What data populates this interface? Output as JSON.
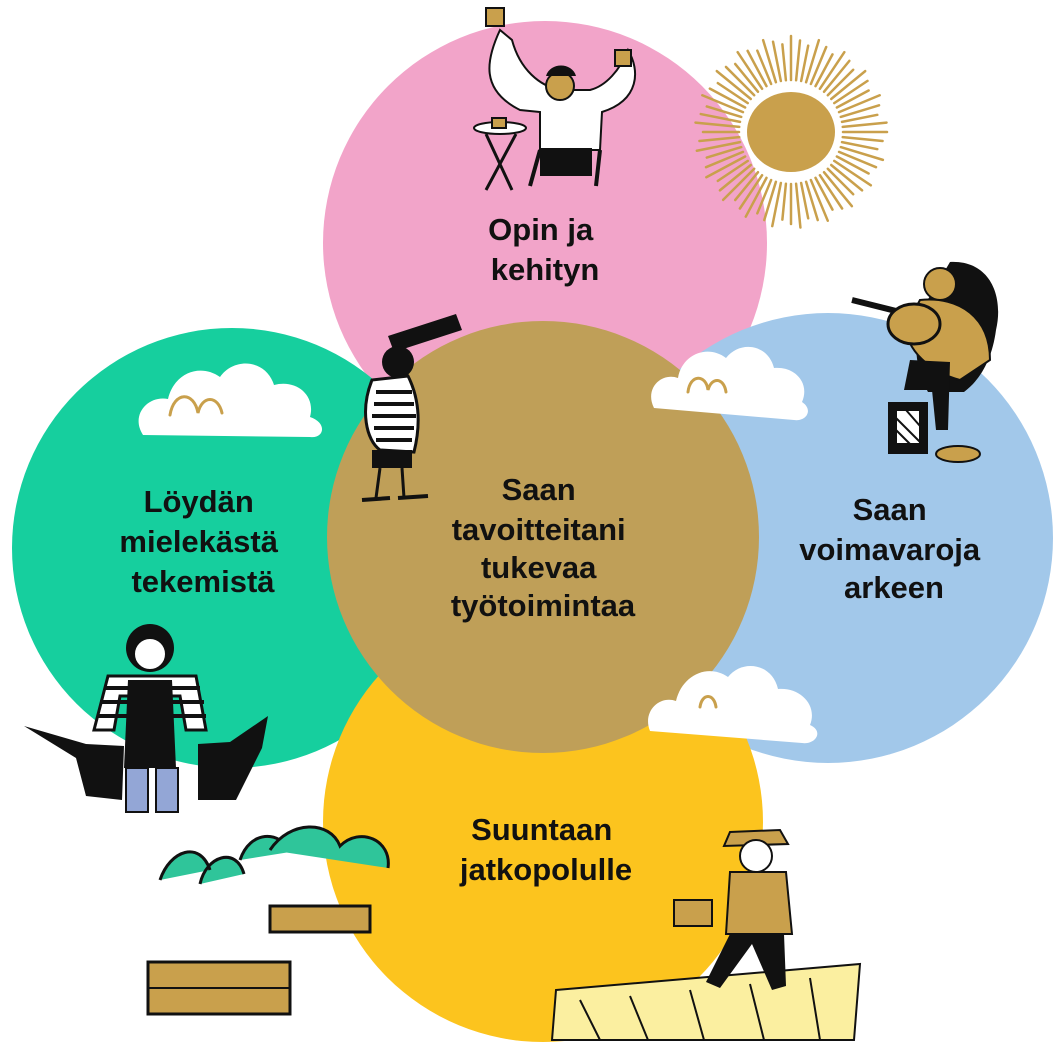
{
  "diagram": {
    "center": {
      "lines": [
        "Saan",
        "tavoitteitani",
        "tukevaa",
        "työtoimintaa"
      ],
      "color": "#BF9F58"
    },
    "petals": [
      {
        "id": "top",
        "lines": [
          "Opin ja",
          "kehityn"
        ],
        "color": "#F2A4C9"
      },
      {
        "id": "left",
        "lines": [
          "Löydän",
          "mielekästä",
          "tekemistä"
        ],
        "color": "#16CF9E"
      },
      {
        "id": "right",
        "lines": [
          "Saan",
          "voimavaroja",
          "arkeen"
        ],
        "color": "#A2C8EA"
      },
      {
        "id": "bottom",
        "lines": [
          "Suuntaan",
          "jatkopolulle"
        ],
        "color": "#FCC41E"
      }
    ]
  },
  "decor": {
    "sun_color": "#C9A04C",
    "cloud_color": "#FFFFFF",
    "ink_color": "#111111"
  }
}
